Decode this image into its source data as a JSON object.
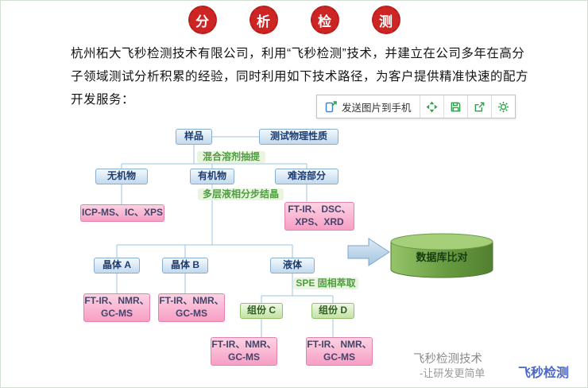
{
  "colors": {
    "stamp_red": "#cd2424",
    "toolbar_icon_green": "#2aa54b",
    "phone_icon_blue": "#3e86d4",
    "node_blue_border": "#88aed2",
    "node_pink": "#f79ec4",
    "label_green_text": "#4d9e3f",
    "cylinder_green": "#679b3f",
    "brand_blue": "#4a66c8"
  },
  "stamps": [
    "分",
    "析",
    "检",
    "测"
  ],
  "intro": "杭州柘大飞秒检测技术有限公司，利用“飞秒检测”技术，并建立在公司多年在高分子领域测试分析积累的经验，同时利用如下技术路径，为客户提供精准快速的配方开发服务：",
  "toolbar": {
    "send_button": "发送图片到手机",
    "icon_names": [
      "phone-send-icon",
      "fit-screen-icon",
      "save-icon",
      "share-icon",
      "gear-icon"
    ]
  },
  "flow": {
    "sample": "样品",
    "physical": "测试物理性质",
    "extraction": "混合溶剂抽提",
    "inorganic": "无机物",
    "organic": "有机物",
    "insoluble": "难溶部分",
    "crystallization": "多层液相分步结晶",
    "icp": "ICP-MS、IC、XPS",
    "insoluble_methods": "FT-IR、DSC、\nXPS、XRD",
    "crystal_a": "晶体 A",
    "crystal_b": "晶体 B",
    "liquid": "液体",
    "spe": "SPE 固相萃取",
    "crystal_a_methods": "FT-IR、NMR、\nGC-MS",
    "crystal_b_methods": "FT-IR、NMR、\nGC-MS",
    "comp_c": "组份 C",
    "comp_d": "组份 D",
    "comp_c_methods": "FT-IR、NMR、\nGC-MS",
    "comp_d_methods": "FT-IR、NMR、\nGC-MS",
    "database": "数据库比对"
  },
  "watermark": {
    "line1": "飞秒检测技术",
    "line2": "-让研发更简单",
    "brand": "飞秒检测"
  }
}
